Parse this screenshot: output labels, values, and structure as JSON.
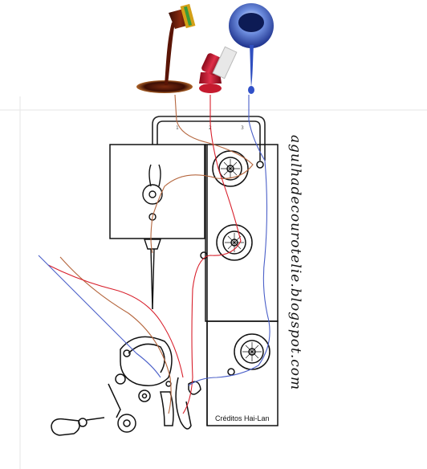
{
  "watermark_text": "agulhadecourotelie.blogspot.com",
  "credits_text": "Créditos Hai-Lan",
  "thread_numbers": [
    "1",
    "2",
    "3"
  ],
  "colors": {
    "thread_brown": "#b5673f",
    "thread_red": "#d8202c",
    "thread_blue": "#4a5fc8",
    "outline": "#111111"
  },
  "icons": [
    "brown-polish-pour-icon",
    "red-polish-bottle-icon",
    "blue-polish-pour-icon"
  ]
}
